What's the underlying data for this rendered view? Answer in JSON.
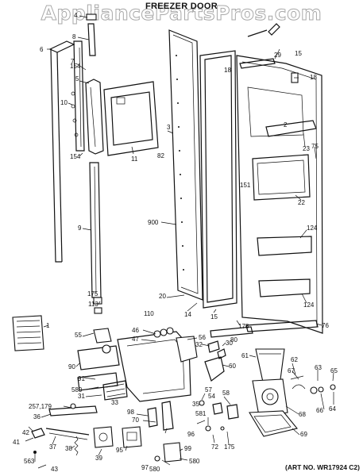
{
  "watermark": "AppliancePartsPros.com",
  "title": "FREEZER DOOR",
  "art_number": "(ART NO. WR17924 C2)",
  "callouts": {
    "c1": "6",
    "c2": "4",
    "c3": "8",
    "c4": "7",
    "c5": "154",
    "c6": "5",
    "c7": "10",
    "c8": "154",
    "c9": "9",
    "c10": "11",
    "c11": "3",
    "c12": "82",
    "c13": "900",
    "c14": "175",
    "c15": "113",
    "c16": "110",
    "c17": "20",
    "c18": "14",
    "c19": "18",
    "c20": "29",
    "c21": "15",
    "c22": "18",
    "c23": "2",
    "c24": "23",
    "c25": "75",
    "c26": "151",
    "c27": "22",
    "c28": "124",
    "c29": "124",
    "c30": "15",
    "c31": "178",
    "c32": "76",
    "c33": "80",
    "c34": "1",
    "c35": "55",
    "c36": "46",
    "c37": "47",
    "c38": "56",
    "c39": "32",
    "c40": "30",
    "c41": "90",
    "c42": "60",
    "c43": "61",
    "c44": "62",
    "c45": "67",
    "c46": "63",
    "c47": "65",
    "c48": "91",
    "c49": "580",
    "c50": "31",
    "c51": "57",
    "c52": "54",
    "c53": "58",
    "c54": "35",
    "c55": "257,179",
    "c56": "33",
    "c57": "36",
    "c58": "98",
    "c59": "70",
    "c60": "581",
    "c61": "68",
    "c62": "66",
    "c63": "64",
    "c64": "69",
    "c65": "42",
    "c66": "41",
    "c67": "37",
    "c68": "38",
    "c69": "96",
    "c70": "72",
    "c71": "175",
    "c72": "95",
    "c73": "99",
    "c74": "39",
    "c75": "563",
    "c76": "43",
    "c77": "97",
    "c78": "580",
    "c79": "580"
  }
}
